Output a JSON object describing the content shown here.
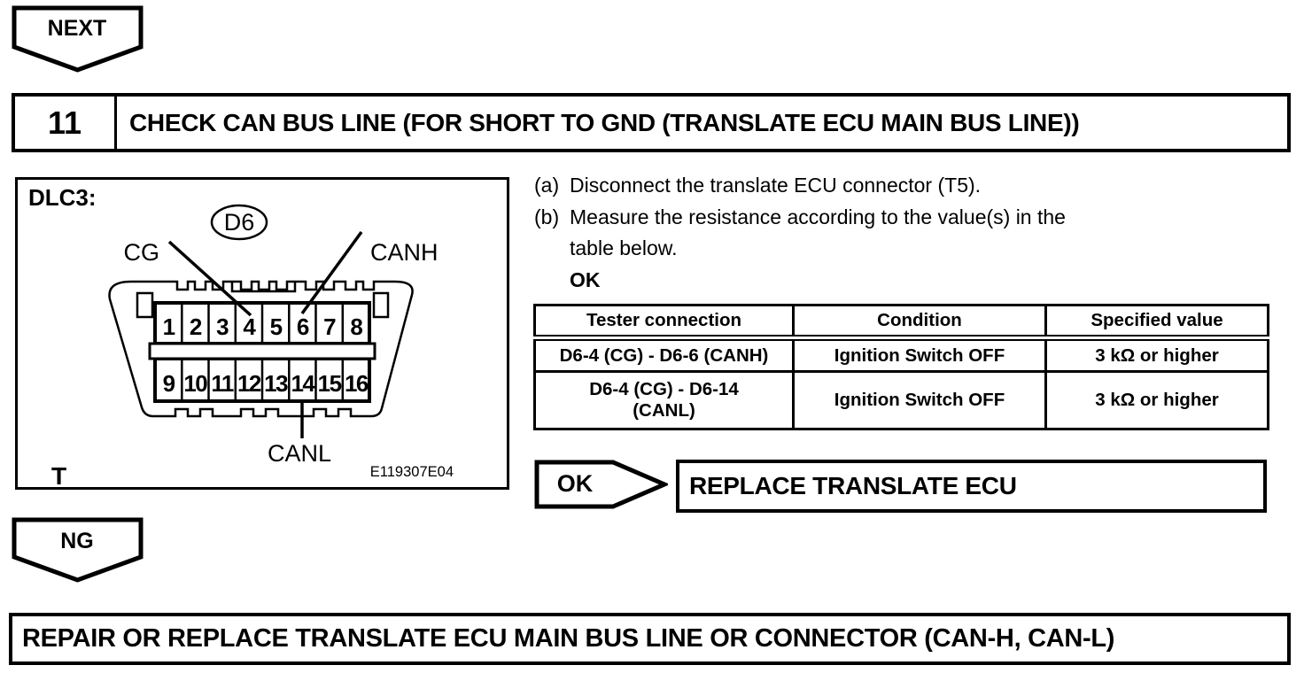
{
  "flow": {
    "next_label": "NEXT",
    "ng_label": "NG",
    "ok_label": "OK"
  },
  "step": {
    "number": "11",
    "title": "CHECK CAN BUS LINE (FOR SHORT TO GND (TRANSLATE ECU MAIN BUS LINE))"
  },
  "figure": {
    "title": "DLC3:",
    "connector_id": "D6",
    "labels": {
      "cg": "CG",
      "canh": "CANH",
      "canl": "CANL"
    },
    "pins_top": [
      "1",
      "2",
      "3",
      "4",
      "5",
      "6",
      "7",
      "8"
    ],
    "pins_bottom": [
      "9",
      "10",
      "11",
      "12",
      "13",
      "14",
      "15",
      "16"
    ],
    "corner_mark": "T",
    "figure_code": "E119307E04"
  },
  "instructions": {
    "steps": [
      {
        "label": "(a)",
        "text": "Disconnect the translate ECU connector (T5)."
      },
      {
        "label": "(b)",
        "text": "Measure the resistance according to the value(s) in the\ntable below."
      }
    ],
    "result_label": "OK"
  },
  "table": {
    "headers": [
      "Tester connection",
      "Condition",
      "Specified value"
    ],
    "rows": [
      {
        "tester_connection": "D6-4 (CG) - D6-6 (CANH)",
        "condition": "Ignition Switch OFF",
        "specified_value": "3 kΩ or higher"
      },
      {
        "tester_connection": "D6-4 (CG) - D6-14\n(CANL)",
        "condition": "Ignition Switch OFF",
        "specified_value": "3 kΩ or higher"
      }
    ]
  },
  "ok_action": "REPLACE TRANSLATE ECU",
  "ng_action": "REPAIR OR REPLACE TRANSLATE ECU MAIN BUS LINE OR CONNECTOR (CAN-H, CAN-L)"
}
